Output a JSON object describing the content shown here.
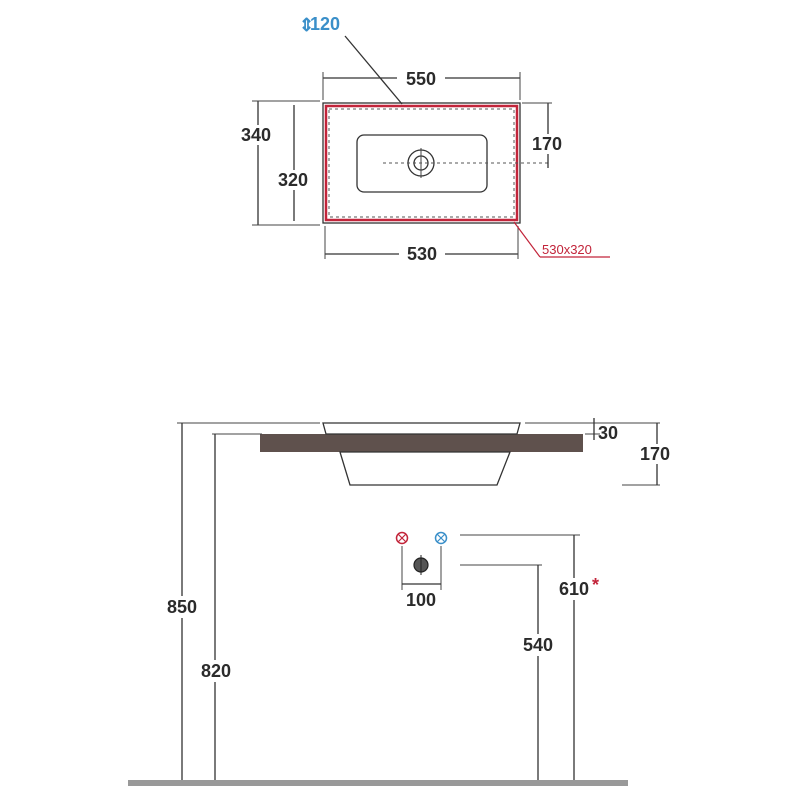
{
  "top_view": {
    "depth_label": "120",
    "width_outer_label": "550",
    "width_inner_label": "530",
    "height_outer_label": "340",
    "height_inner_label": "320",
    "tap_offset_label": "170",
    "cutout_label": "530x320"
  },
  "side_view": {
    "thickness_label": "30",
    "basin_height_label": "170",
    "overall_height_label": "850",
    "top_height_label": "820",
    "tap_spacing_label": "100",
    "supply_height_label": "610",
    "supply_note_marker": "*",
    "drain_height_label": "540"
  },
  "colors": {
    "counter": "#5f514d",
    "cutout_outline": "#c2243a",
    "cold": "#3a8fc9",
    "hot": "#c2243a",
    "floor": "#999999"
  }
}
